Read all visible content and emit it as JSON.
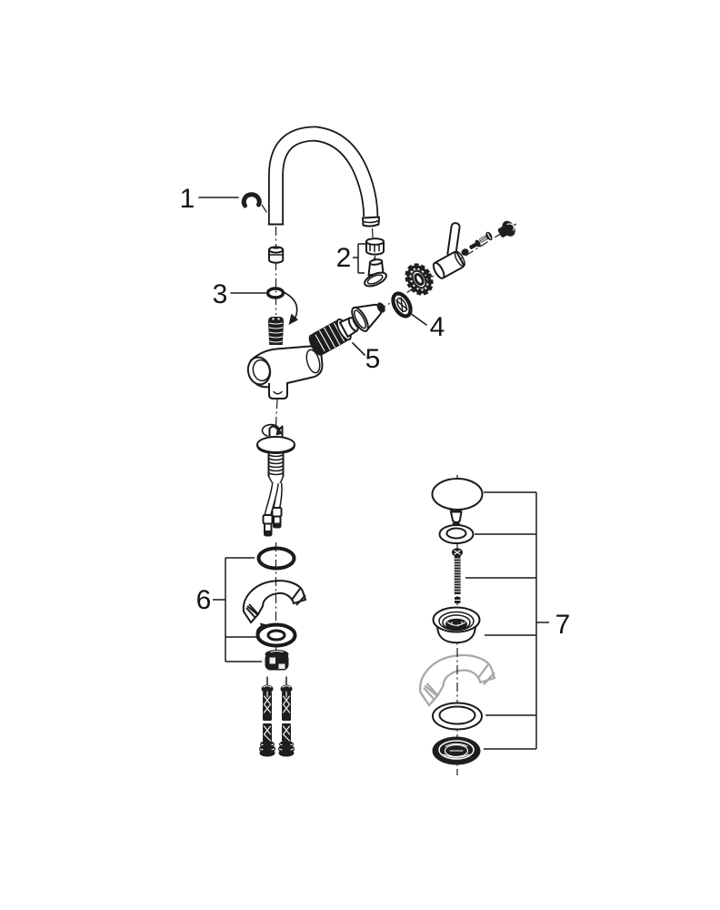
{
  "diagram": {
    "type": "exploded-parts-diagram",
    "background": "#ffffff",
    "line_color": "#1a1a1a",
    "ghost_color": "#a8a8a8",
    "labels": [
      {
        "text": "1",
        "part": "spout-retaining-clip"
      },
      {
        "text": "2",
        "part": "aerator-mousseur-set"
      },
      {
        "text": "3",
        "part": "o-ring"
      },
      {
        "text": "4",
        "part": "escutcheon-ring"
      },
      {
        "text": "5",
        "part": "cartridge"
      },
      {
        "text": "6",
        "part": "mounting-hardware-set"
      },
      {
        "text": "7",
        "part": "pop-up-waste-set"
      }
    ]
  }
}
